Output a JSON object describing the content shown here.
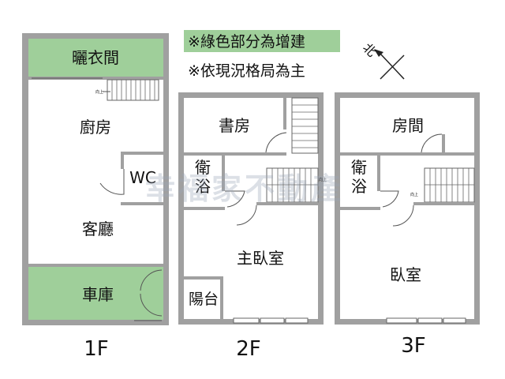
{
  "notes": {
    "green_note": "※綠色部分為增建",
    "layout_note": "※依現況格局為主"
  },
  "compass": {
    "label": "北"
  },
  "watermark": "幸福家不動產",
  "colors": {
    "addition": "#9fcf9a",
    "wall": "#a0a0a0"
  },
  "floors": [
    {
      "label": "1F",
      "rooms": [
        "曬衣間",
        "廚房",
        "WC",
        "客廳",
        "車庫"
      ],
      "stair_label": "向上"
    },
    {
      "label": "2F",
      "rooms": [
        "書房",
        "衛浴",
        "主臥室",
        "陽台"
      ],
      "stair_label": "向上"
    },
    {
      "label": "3F",
      "rooms": [
        "房間",
        "衛浴",
        "臥室"
      ],
      "stair_label": "向上"
    }
  ]
}
